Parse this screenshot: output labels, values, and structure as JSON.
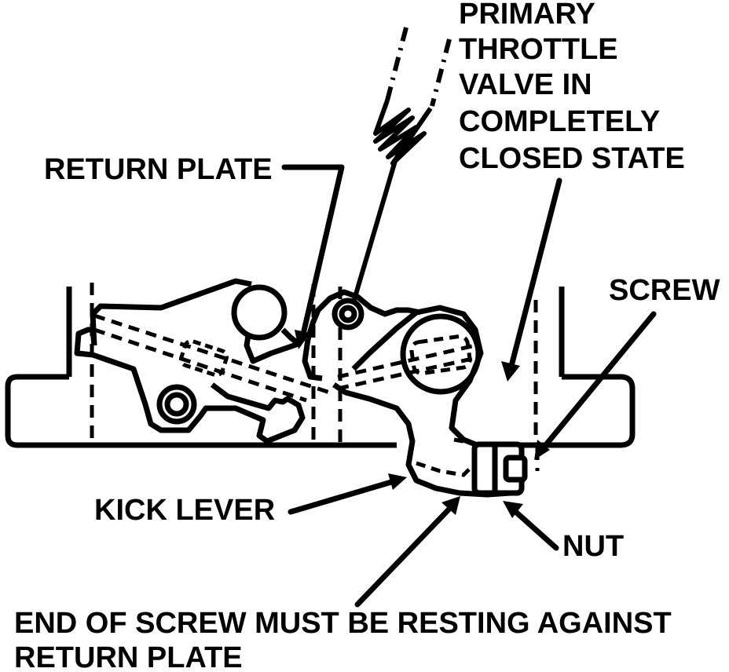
{
  "diagram": {
    "labels": {
      "primary_throttle": [
        "PRIMARY",
        "THROTTLE",
        "VALVE IN",
        "COMPLETELY",
        "CLOSED STATE"
      ],
      "return_plate": "RETURN PLATE",
      "screw": "SCREW",
      "kick_lever": "KICK LEVER",
      "nut": "NUT",
      "note": [
        "END OF SCREW MUST BE RESTING AGAINST",
        "RETURN PLATE"
      ]
    },
    "colors": {
      "ink": "#000000",
      "paper": "#ffffff"
    }
  }
}
